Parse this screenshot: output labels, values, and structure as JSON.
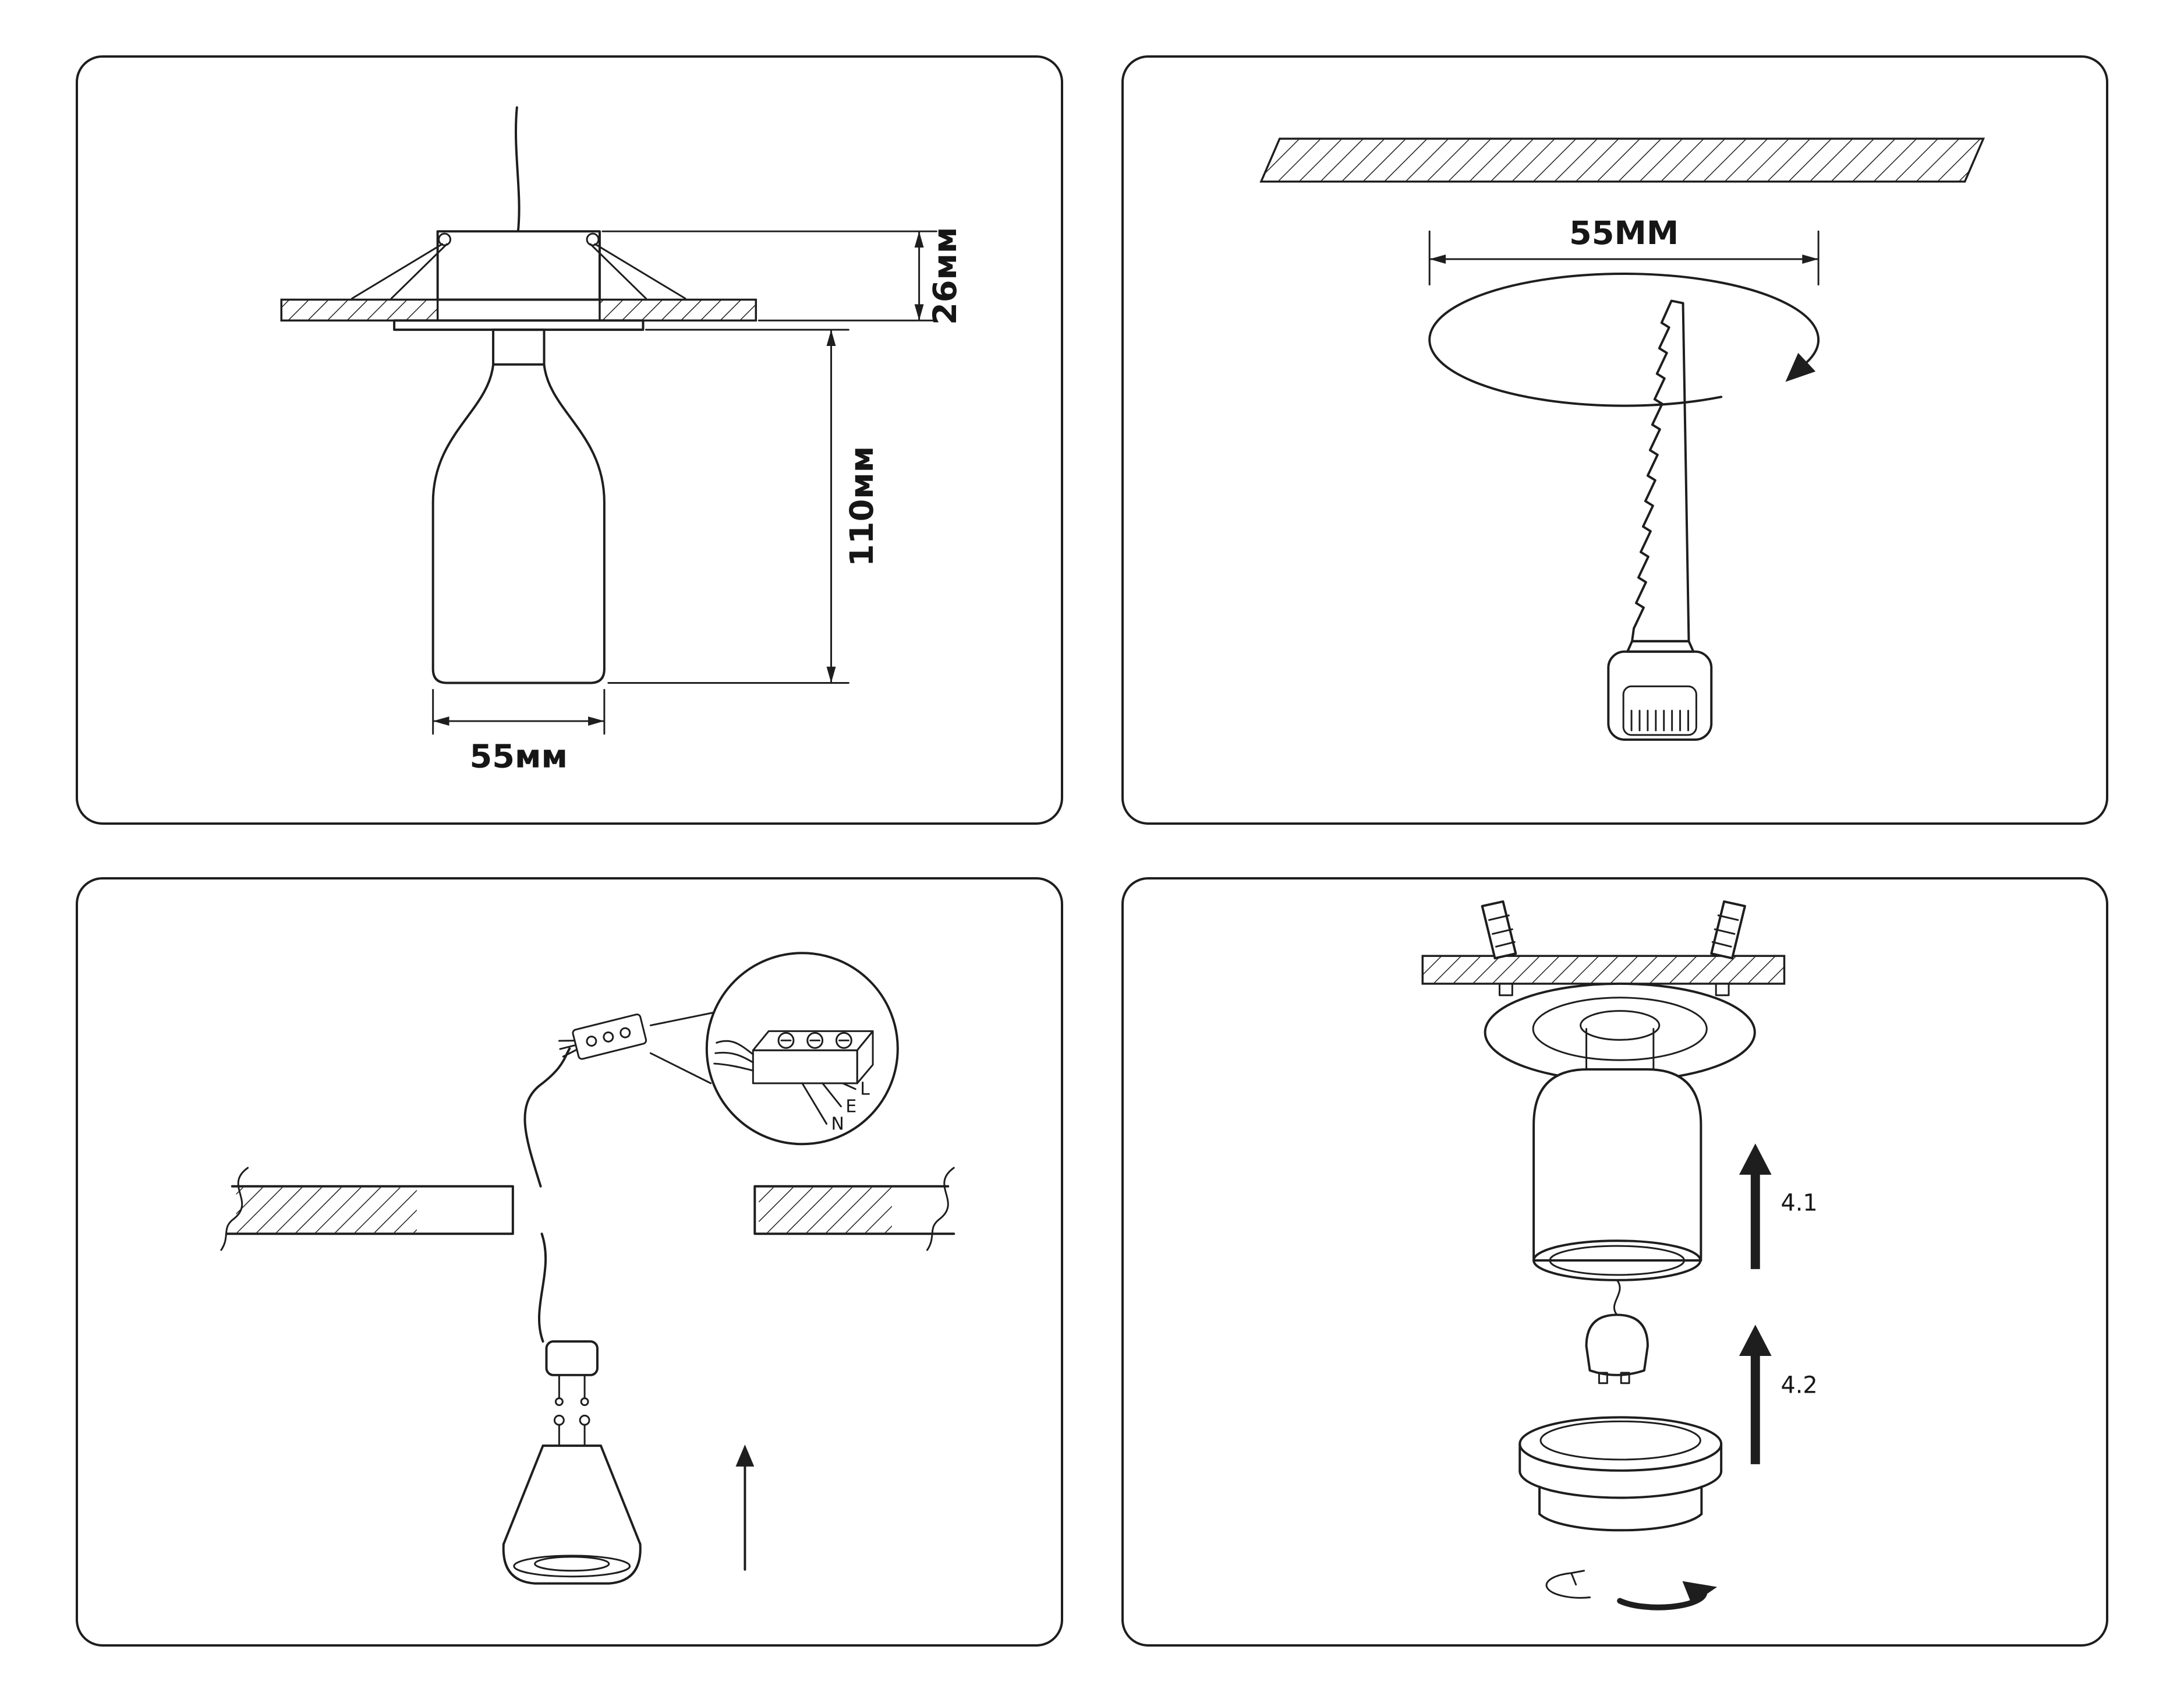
{
  "colors": {
    "ink": "#1e1e1e",
    "background": "#ffffff"
  },
  "icons": {
    "fixture-dimensions-icon": "line-art side view of recessed spotlight",
    "hole-saw-icon": "line-art hole saw / drill bit",
    "terminal-block-icon": "line-art wiring terminal with magnifier",
    "exploded-assembly-icon": "line-art exploded fixture assembly"
  },
  "panel1": {
    "dim_recess_height": "26мм",
    "dim_body_height": "110мм",
    "dim_body_diameter": "55мм"
  },
  "panel2": {
    "dim_hole_diameter": "55MM"
  },
  "panel3": {
    "terminal_labels": {
      "live": "L",
      "earth": "E",
      "neutral": "N"
    }
  },
  "panel4": {
    "step_fixture": "4.1",
    "step_lamp": "4.2"
  }
}
